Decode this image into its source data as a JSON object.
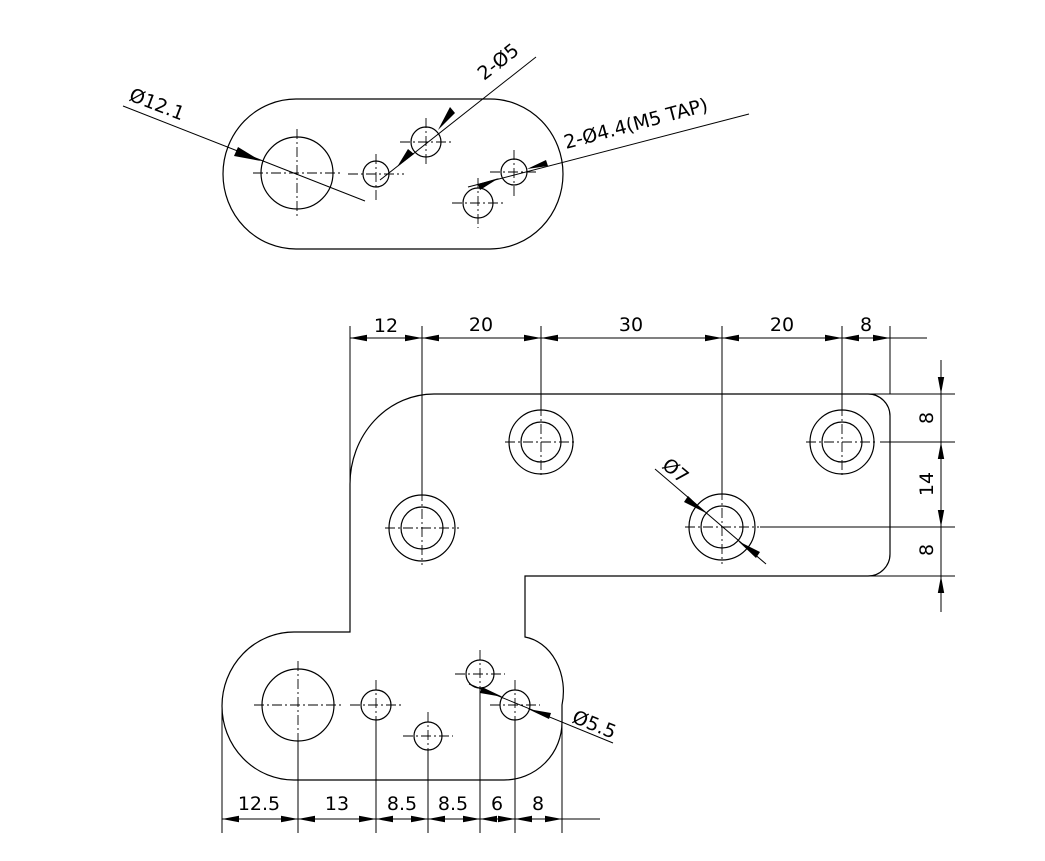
{
  "top_view": {
    "callout_large_hole": "Ø12.1",
    "callout_small_holes": "2-Ø5",
    "callout_tapped_holes": "2-Ø4.4(M5 TAP)"
  },
  "front_view": {
    "top_dims": [
      "12",
      "20",
      "30",
      "20",
      "8"
    ],
    "right_dims": [
      "8",
      "14",
      "8"
    ],
    "bottom_dims": [
      "12.5",
      "13",
      "8.5",
      "8.5",
      "6",
      "8"
    ],
    "callout_counterbore": "Ø7",
    "callout_bottom_hole": "Ø5.5"
  }
}
